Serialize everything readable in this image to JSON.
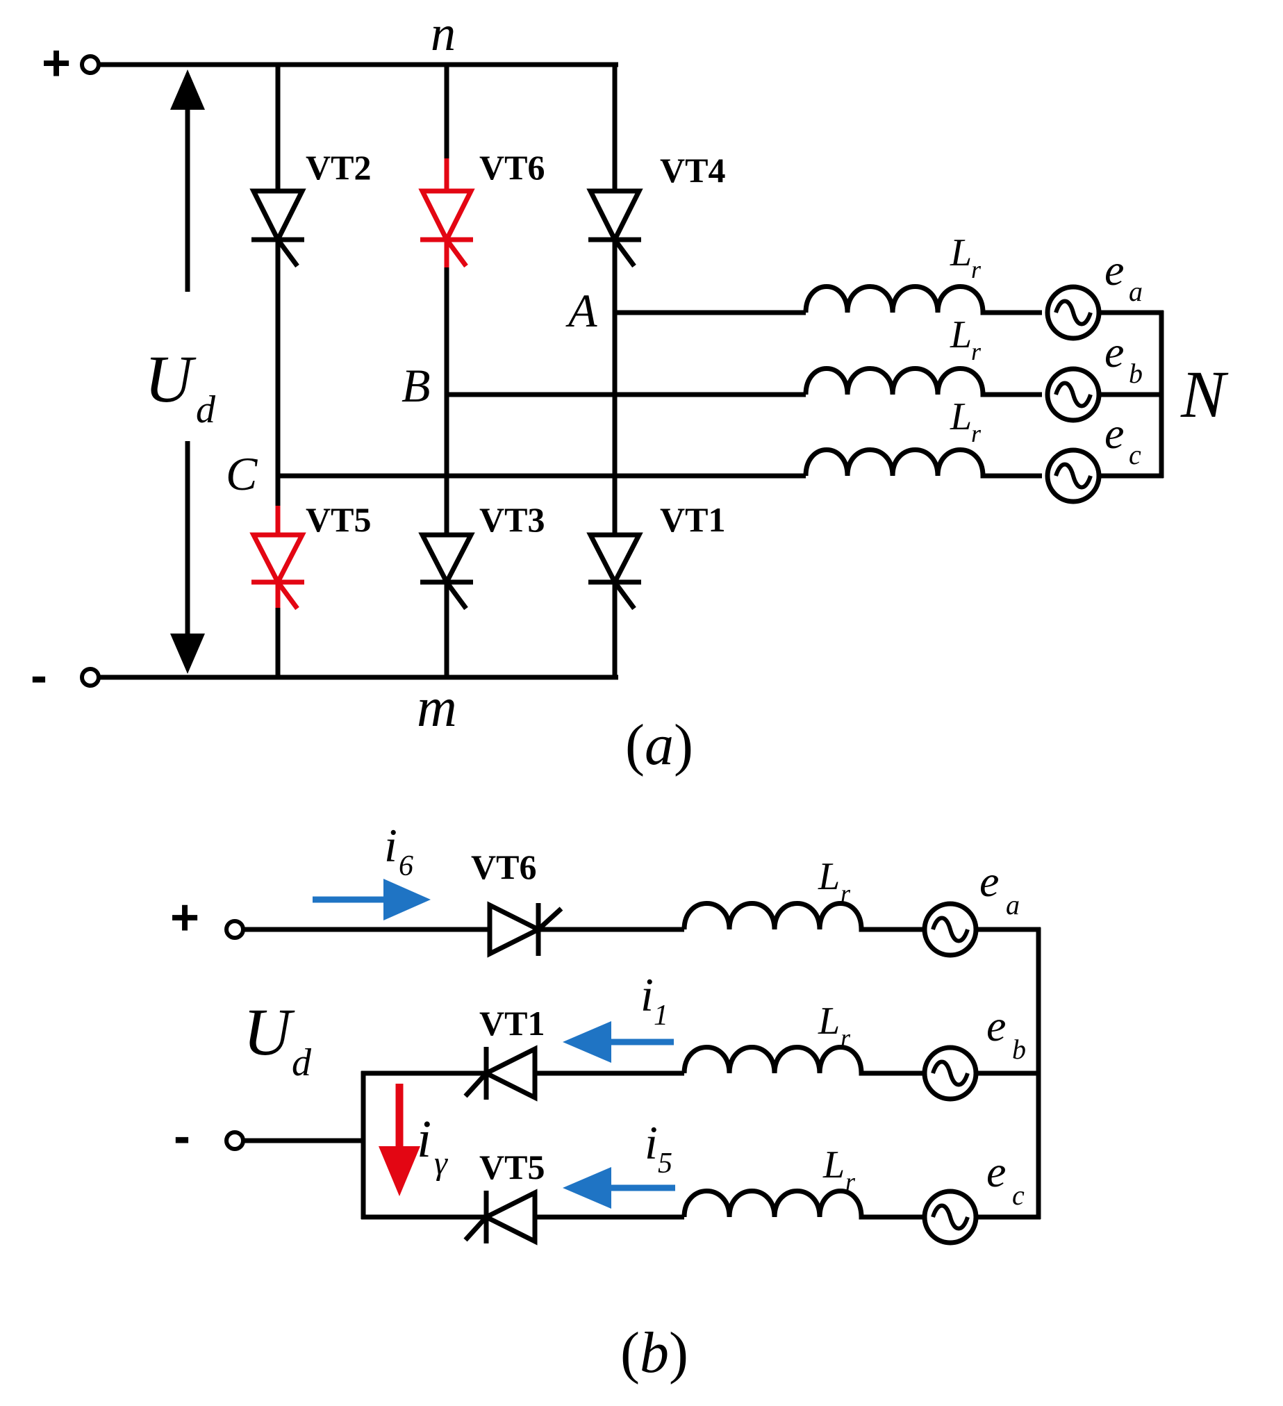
{
  "panel_a": {
    "caption": "a",
    "plus_sign": "+",
    "minus_sign": "-",
    "node_n": "n",
    "node_m": "m",
    "node_A": "A",
    "node_B": "B",
    "node_C": "C",
    "node_N": "N",
    "voltage_main": "U",
    "voltage_sub": "d",
    "thyristors": [
      "VT2",
      "VT6",
      "VT4",
      "VT5",
      "VT3",
      "VT1"
    ],
    "inductor_main": "L",
    "inductor_sub": "r",
    "sources": [
      {
        "main": "e",
        "sub": "a"
      },
      {
        "main": "e",
        "sub": "b"
      },
      {
        "main": "e",
        "sub": "c"
      }
    ],
    "highlight_color": "#e30613",
    "highlighted": [
      "VT6",
      "VT5"
    ]
  },
  "panel_b": {
    "caption": "b",
    "plus_sign": "+",
    "minus_sign": "-",
    "voltage_main": "U",
    "voltage_sub": "d",
    "thyristors": [
      "VT6",
      "VT1",
      "VT5"
    ],
    "inductor_main": "L",
    "inductor_sub": "r",
    "sources": [
      {
        "main": "e",
        "sub": "a"
      },
      {
        "main": "e",
        "sub": "b"
      },
      {
        "main": "e",
        "sub": "c"
      }
    ],
    "currents": [
      {
        "main": "i",
        "sub": "6",
        "color": "#1f74c4"
      },
      {
        "main": "i",
        "sub": "1",
        "color": "#1f74c4"
      },
      {
        "main": "i",
        "sub": "5",
        "color": "#1f74c4"
      },
      {
        "main": "i",
        "sub": "γ",
        "color": "#e30613"
      }
    ]
  }
}
